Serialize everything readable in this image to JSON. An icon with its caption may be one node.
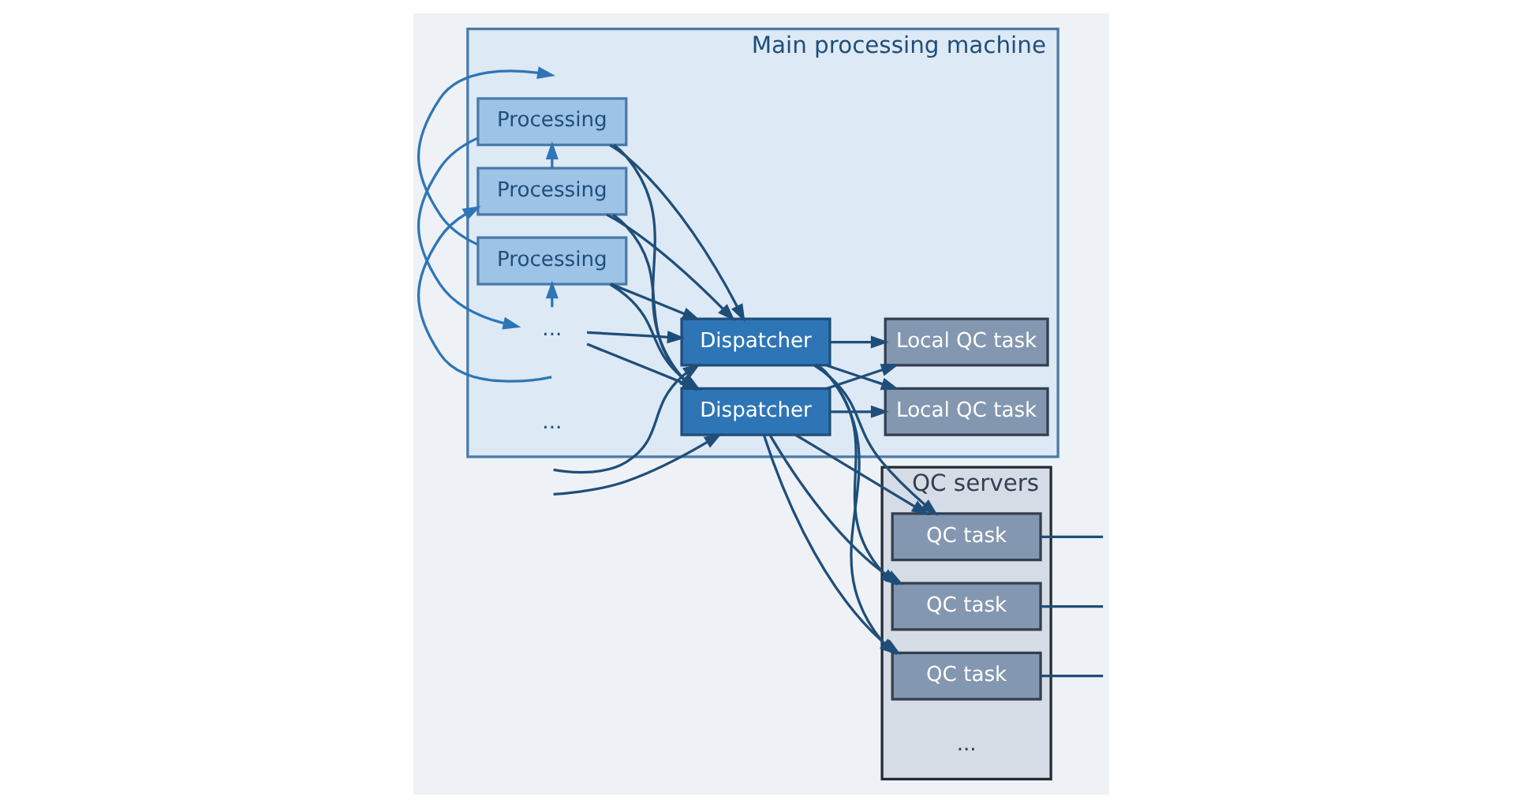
{
  "diagram": {
    "nodes": [
      {
        "text": [
          "Main processing machine"
        ]
      },
      {
        "text": [
          "Processing"
        ],
        "in": 0
      },
      {
        "text": [
          "Processing"
        ],
        "in": 0
      },
      {
        "text": [
          "..."
        ],
        "in": 0
      },
      {
        "text": [
          "Processing"
        ],
        "in": 0
      },
      {
        "text": [
          "Dispatcher"
        ],
        "in": 0
      },
      {
        "text": [
          "Dispatcher"
        ],
        "in": 0
      },
      {
        "text": [
          "Local QC task"
        ],
        "in": 0
      },
      {
        "text": [
          "Local QC task"
        ],
        "in": 0
      },
      {
        "text": [
          "QC servers"
        ]
      },
      {
        "text": [
          "QC task"
        ],
        "in": 9
      },
      {
        "text": [
          "QC task"
        ],
        "in": 9
      },
      {
        "text": [
          "QC task"
        ],
        "in": 9
      }
    ],
    "edges": [
      {
        "from": null,
        "to": 1,
        "arrow": "to",
        "color": "#2e75b6"
      },
      {
        "from": 1,
        "to": 2,
        "arrow": "to",
        "color": "#2e75b6"
      },
      {
        "from": 2,
        "to": 3,
        "arrow": "to",
        "color": "#2e75b6"
      },
      {
        "from": 3,
        "to": 4,
        "arrow": "to",
        "color": "#2e75b6"
      },
      {
        "from": 4,
        "to": null,
        "arrow": "to",
        "color": "#2e75b6"
      },
      {
        "from": null,
        "to": 5,
        "arrow": "to"
      },
      {
        "from": null,
        "to": 6,
        "arrow": "to"
      },
      {
        "from": 1,
        "to": 5,
        "arrow": "to"
      },
      {
        "from": 1,
        "to": 6,
        "arrow": "to"
      },
      {
        "from": 2,
        "to": 5,
        "arrow": "to"
      },
      {
        "from": 2,
        "to": 6,
        "arrow": "to"
      },
      {
        "from": 3,
        "to": 5,
        "arrow": "to"
      },
      {
        "from": 3,
        "to": 6,
        "arrow": "to"
      },
      {
        "from": 4,
        "to": 5,
        "arrow": "to"
      },
      {
        "from": 4,
        "to": 6,
        "arrow": "to"
      },
      {
        "from": 5,
        "to": 7,
        "arrow": "to"
      },
      {
        "from": 5,
        "to": 8,
        "arrow": "to"
      },
      {
        "from": 6,
        "to": 7,
        "arrow": "to"
      },
      {
        "from": 6,
        "to": 8,
        "arrow": "to"
      },
      {
        "from": 5,
        "to": 10,
        "arrow": "to"
      },
      {
        "from": 5,
        "to": 11,
        "arrow": "to"
      },
      {
        "from": 5,
        "to": 12,
        "arrow": "to"
      },
      {
        "from": 6,
        "to": 10,
        "arrow": "to"
      },
      {
        "from": 6,
        "to": 11,
        "arrow": "to"
      },
      {
        "from": 6,
        "to": 12,
        "arrow": "to"
      },
      {
        "from": 10,
        "to": null,
        "arrow": "none"
      },
      {
        "from": 11,
        "to": null,
        "arrow": "none"
      },
      {
        "from": 12,
        "to": null,
        "arrow": "none"
      }
    ],
    "labels": [
      "...",
      "..."
    ]
  }
}
